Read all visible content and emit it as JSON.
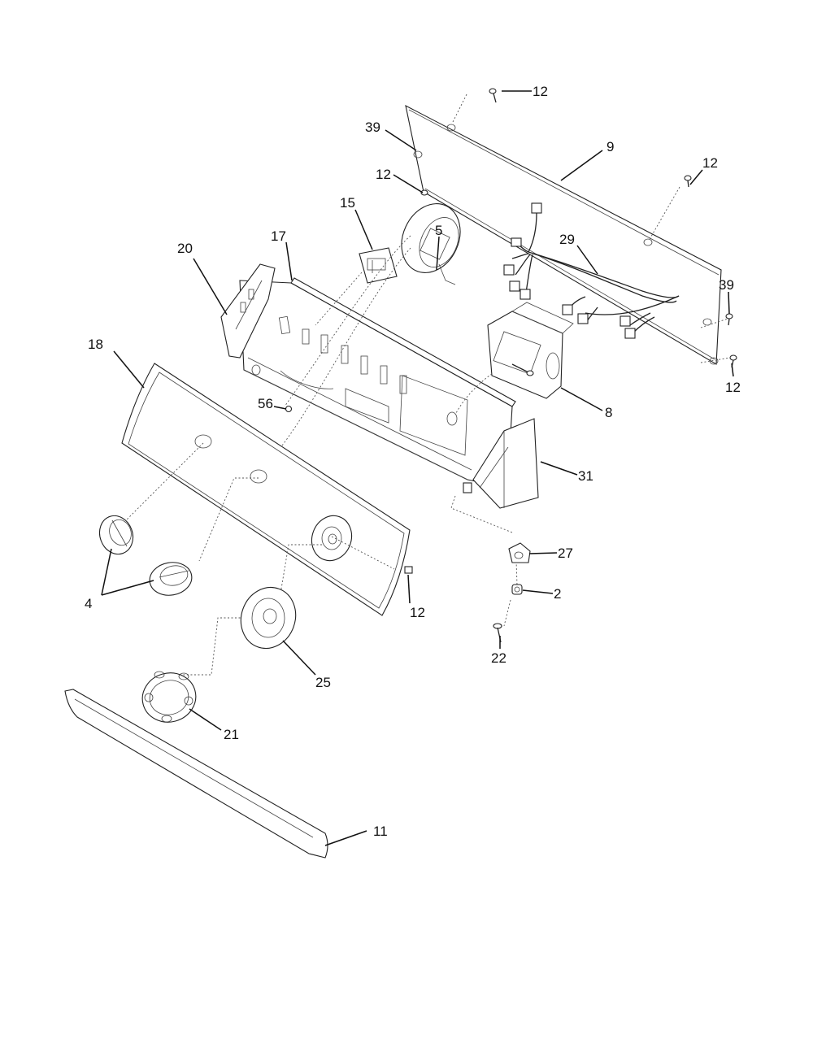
{
  "diagram": {
    "callouts": [
      {
        "id": "c12a",
        "label": "12"
      },
      {
        "id": "c39a",
        "label": "39"
      },
      {
        "id": "c12b",
        "label": "12"
      },
      {
        "id": "c9",
        "label": "9"
      },
      {
        "id": "c12c",
        "label": "12"
      },
      {
        "id": "c15",
        "label": "15"
      },
      {
        "id": "c5",
        "label": "5"
      },
      {
        "id": "c17",
        "label": "17"
      },
      {
        "id": "c20",
        "label": "20"
      },
      {
        "id": "c29",
        "label": "29"
      },
      {
        "id": "c39b",
        "label": "39"
      },
      {
        "id": "c18",
        "label": "18"
      },
      {
        "id": "c12d",
        "label": "12"
      },
      {
        "id": "c56",
        "label": "56"
      },
      {
        "id": "c8",
        "label": "8"
      },
      {
        "id": "c31",
        "label": "31"
      },
      {
        "id": "c27",
        "label": "27"
      },
      {
        "id": "c2",
        "label": "2"
      },
      {
        "id": "c4",
        "label": "4"
      },
      {
        "id": "c12e",
        "label": "12"
      },
      {
        "id": "c22",
        "label": "22"
      },
      {
        "id": "c25",
        "label": "25"
      },
      {
        "id": "c21",
        "label": "21"
      },
      {
        "id": "c11",
        "label": "11"
      }
    ]
  }
}
